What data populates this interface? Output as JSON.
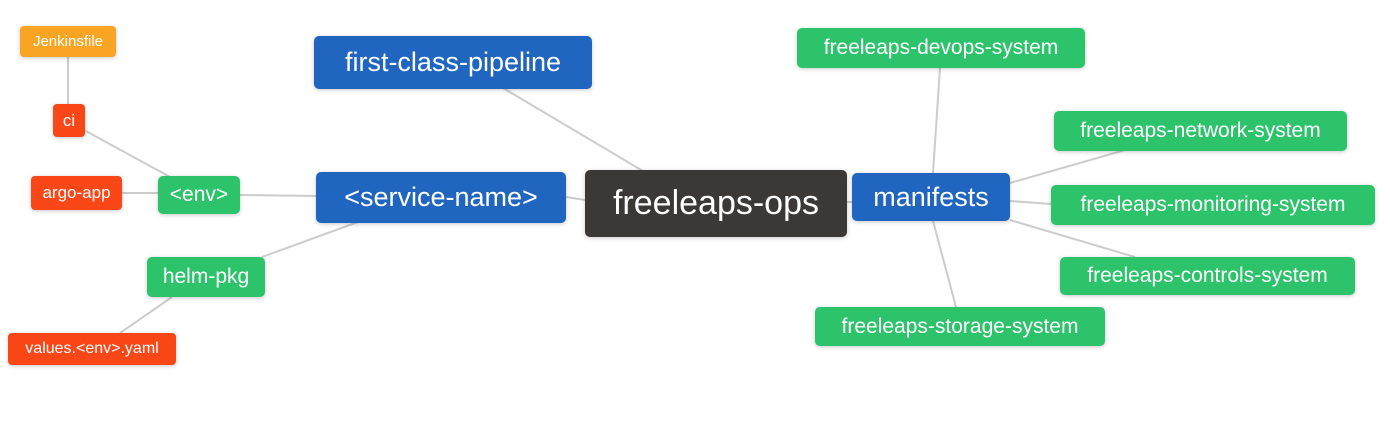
{
  "diagram": {
    "type": "mindmap",
    "root_label": "freeleaps-ops",
    "palette": {
      "root_node": "#3c3835",
      "branch_node": "#2065c0",
      "green_node": "#2cc36b",
      "red_node": "#fa4717",
      "orange_node": "#f9a523",
      "edge": "#cccccc",
      "text": "#ffffff",
      "background": "#ffffff"
    },
    "nodes": [
      {
        "id": "freeleaps-ops",
        "label": "freeleaps-ops",
        "level": 0,
        "color": "#3c3835"
      },
      {
        "id": "first-class-pipeline",
        "label": "first-class-pipeline",
        "level": 1,
        "color": "#2065c0"
      },
      {
        "id": "service-name",
        "label": "<service-name>",
        "level": 1,
        "color": "#2065c0"
      },
      {
        "id": "manifests",
        "label": "manifests",
        "level": 1,
        "color": "#2065c0"
      },
      {
        "id": "env",
        "label": "<env>",
        "level": 2,
        "color": "#2cc36b"
      },
      {
        "id": "helm-pkg",
        "label": "helm-pkg",
        "level": 2,
        "color": "#2cc36b"
      },
      {
        "id": "ci",
        "label": "ci",
        "level": 3,
        "color": "#fa4717"
      },
      {
        "id": "argo-app",
        "label": "argo-app",
        "level": 3,
        "color": "#fa4717"
      },
      {
        "id": "values-env-yaml",
        "label": "values.<env>.yaml",
        "level": 3,
        "color": "#fa4717"
      },
      {
        "id": "jenkinsfile",
        "label": "Jenkinsfile",
        "level": 4,
        "color": "#f9a523"
      },
      {
        "id": "freeleaps-devops-system",
        "label": "freeleaps-devops-system",
        "level": 2,
        "color": "#2cc36b"
      },
      {
        "id": "freeleaps-network-system",
        "label": "freeleaps-network-system",
        "level": 2,
        "color": "#2cc36b"
      },
      {
        "id": "freeleaps-monitoring-system",
        "label": "freeleaps-monitoring-system",
        "level": 2,
        "color": "#2cc36b"
      },
      {
        "id": "freeleaps-controls-system",
        "label": "freeleaps-controls-system",
        "level": 2,
        "color": "#2cc36b"
      },
      {
        "id": "freeleaps-storage-system",
        "label": "freeleaps-storage-system",
        "level": 2,
        "color": "#2cc36b"
      }
    ],
    "edges": [
      {
        "from": "jenkinsfile",
        "to": "ci"
      },
      {
        "from": "ci",
        "to": "env"
      },
      {
        "from": "argo-app",
        "to": "env"
      },
      {
        "from": "env",
        "to": "service-name"
      },
      {
        "from": "helm-pkg",
        "to": "service-name"
      },
      {
        "from": "values-env-yaml",
        "to": "helm-pkg"
      },
      {
        "from": "first-class-pipeline",
        "to": "freeleaps-ops"
      },
      {
        "from": "service-name",
        "to": "freeleaps-ops"
      },
      {
        "from": "freeleaps-ops",
        "to": "manifests"
      },
      {
        "from": "manifests",
        "to": "freeleaps-devops-system"
      },
      {
        "from": "manifests",
        "to": "freeleaps-network-system"
      },
      {
        "from": "manifests",
        "to": "freeleaps-monitoring-system"
      },
      {
        "from": "manifests",
        "to": "freeleaps-controls-system"
      },
      {
        "from": "manifests",
        "to": "freeleaps-storage-system"
      }
    ]
  }
}
